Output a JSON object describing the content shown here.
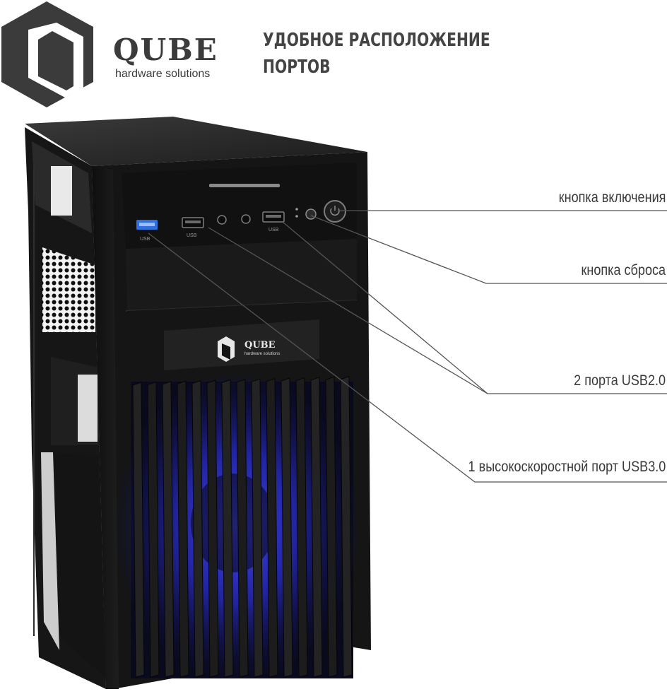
{
  "brand": {
    "name": "QUBE",
    "tagline": "hardware solutions",
    "case_badge_name": "QUBE",
    "case_badge_tagline": "hardware solutions"
  },
  "headline": {
    "line1": "УДОБНОЕ РАСПОЛОЖЕНИЕ",
    "line2": "ПОРТОВ"
  },
  "callouts": {
    "power": "кнопка включения",
    "reset": "кнопка сброса",
    "usb2": "2 порта USB2.0",
    "usb3": "1 высокоскоростной порт USB3.0"
  },
  "port_labels": {
    "usb3": "USB",
    "usb2_left": "USB",
    "usb2_right": "USB"
  },
  "colors": {
    "usb3_blue": "#2f6fe0",
    "fan_led": "#3a3cff",
    "case_black": "#141414",
    "line_gray": "#555555",
    "text_gray": "#3a3a3a"
  }
}
